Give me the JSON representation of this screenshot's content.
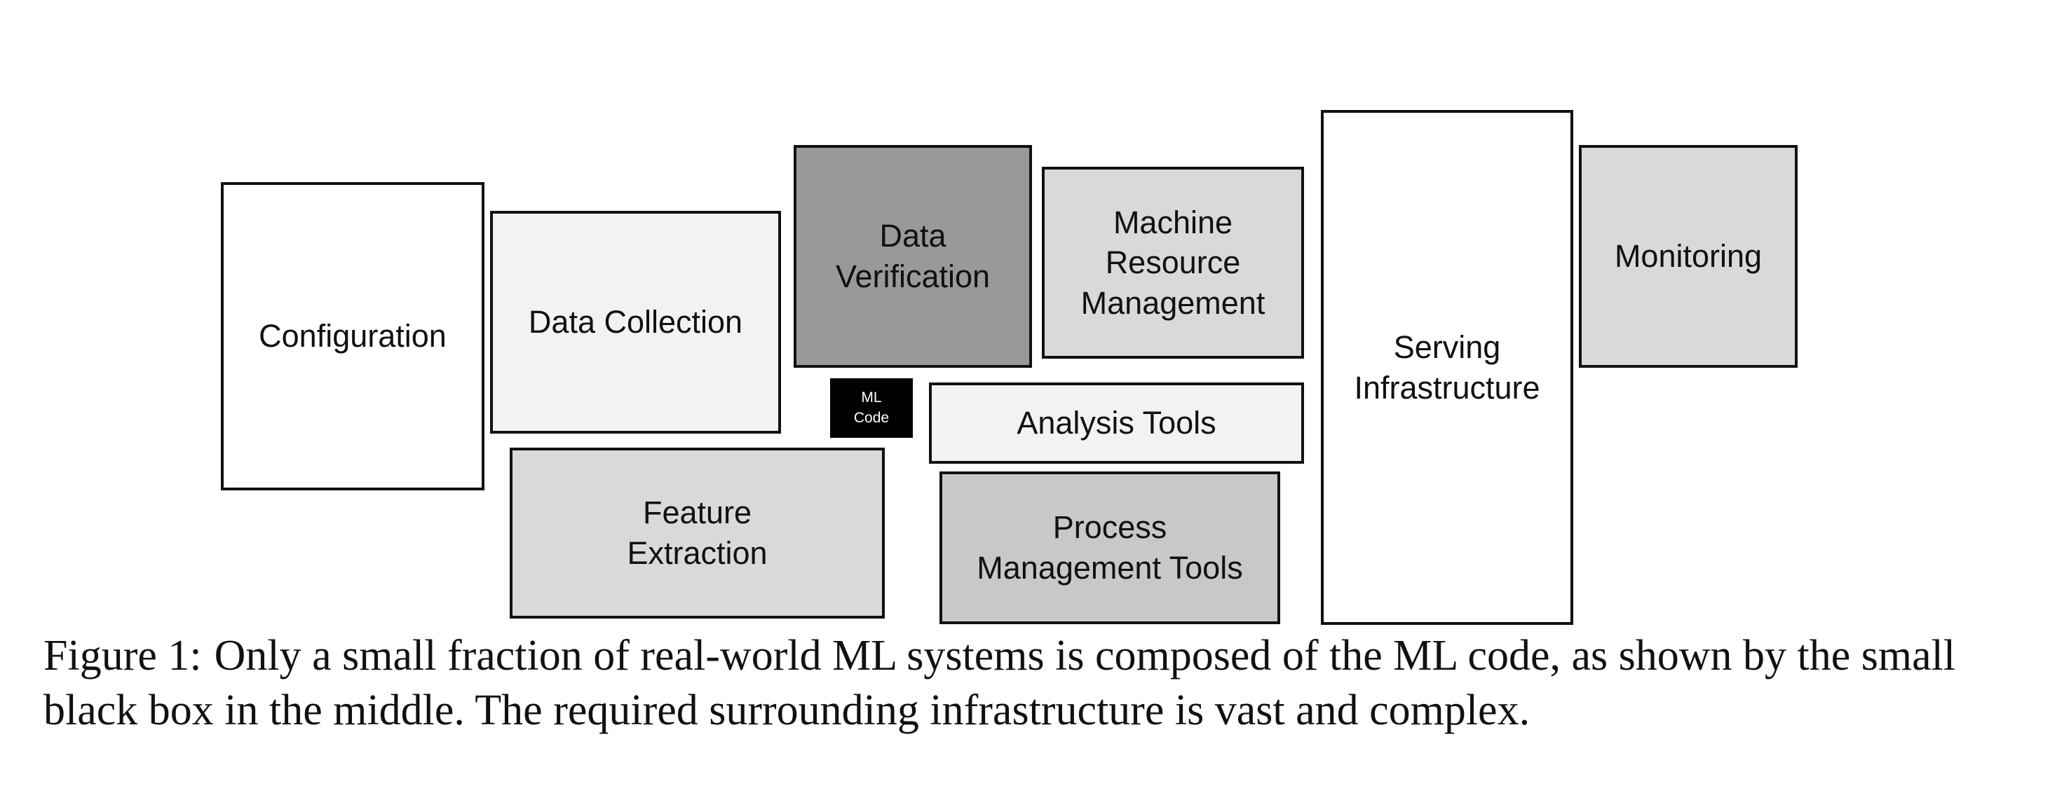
{
  "colors": {
    "white": "#ffffff",
    "very_light_gray": "#f2f2f2",
    "light_gray": "#d9d9d9",
    "mid_gray": "#c8c8c8",
    "dark_gray": "#999999",
    "black": "#000000"
  },
  "diagram": {
    "boxes": [
      {
        "id": "configuration",
        "label": "Configuration",
        "fill": "white"
      },
      {
        "id": "data-collection",
        "label": "Data Collection",
        "fill": "very_light_gray"
      },
      {
        "id": "data-verification",
        "label": "Data\nVerification",
        "fill": "dark_gray"
      },
      {
        "id": "machine-resource-management",
        "label": "Machine\nResource\nManagement",
        "fill": "light_gray"
      },
      {
        "id": "serving-infrastructure",
        "label": "Serving\nInfrastructure",
        "fill": "white"
      },
      {
        "id": "monitoring",
        "label": "Monitoring",
        "fill": "light_gray"
      },
      {
        "id": "ml-code",
        "label": "ML\nCode",
        "fill": "black"
      },
      {
        "id": "analysis-tools",
        "label": "Analysis Tools",
        "fill": "very_light_gray"
      },
      {
        "id": "feature-extraction",
        "label": "Feature\nExtraction",
        "fill": "light_gray"
      },
      {
        "id": "process-management-tools",
        "label": "Process\nManagement Tools",
        "fill": "mid_gray"
      }
    ]
  },
  "caption": {
    "label": "Figure 1:",
    "text": "Only a small fraction of real-world ML systems is composed of the ML code, as shown by the small black box in the middle. The required surrounding infrastructure is vast and complex."
  }
}
